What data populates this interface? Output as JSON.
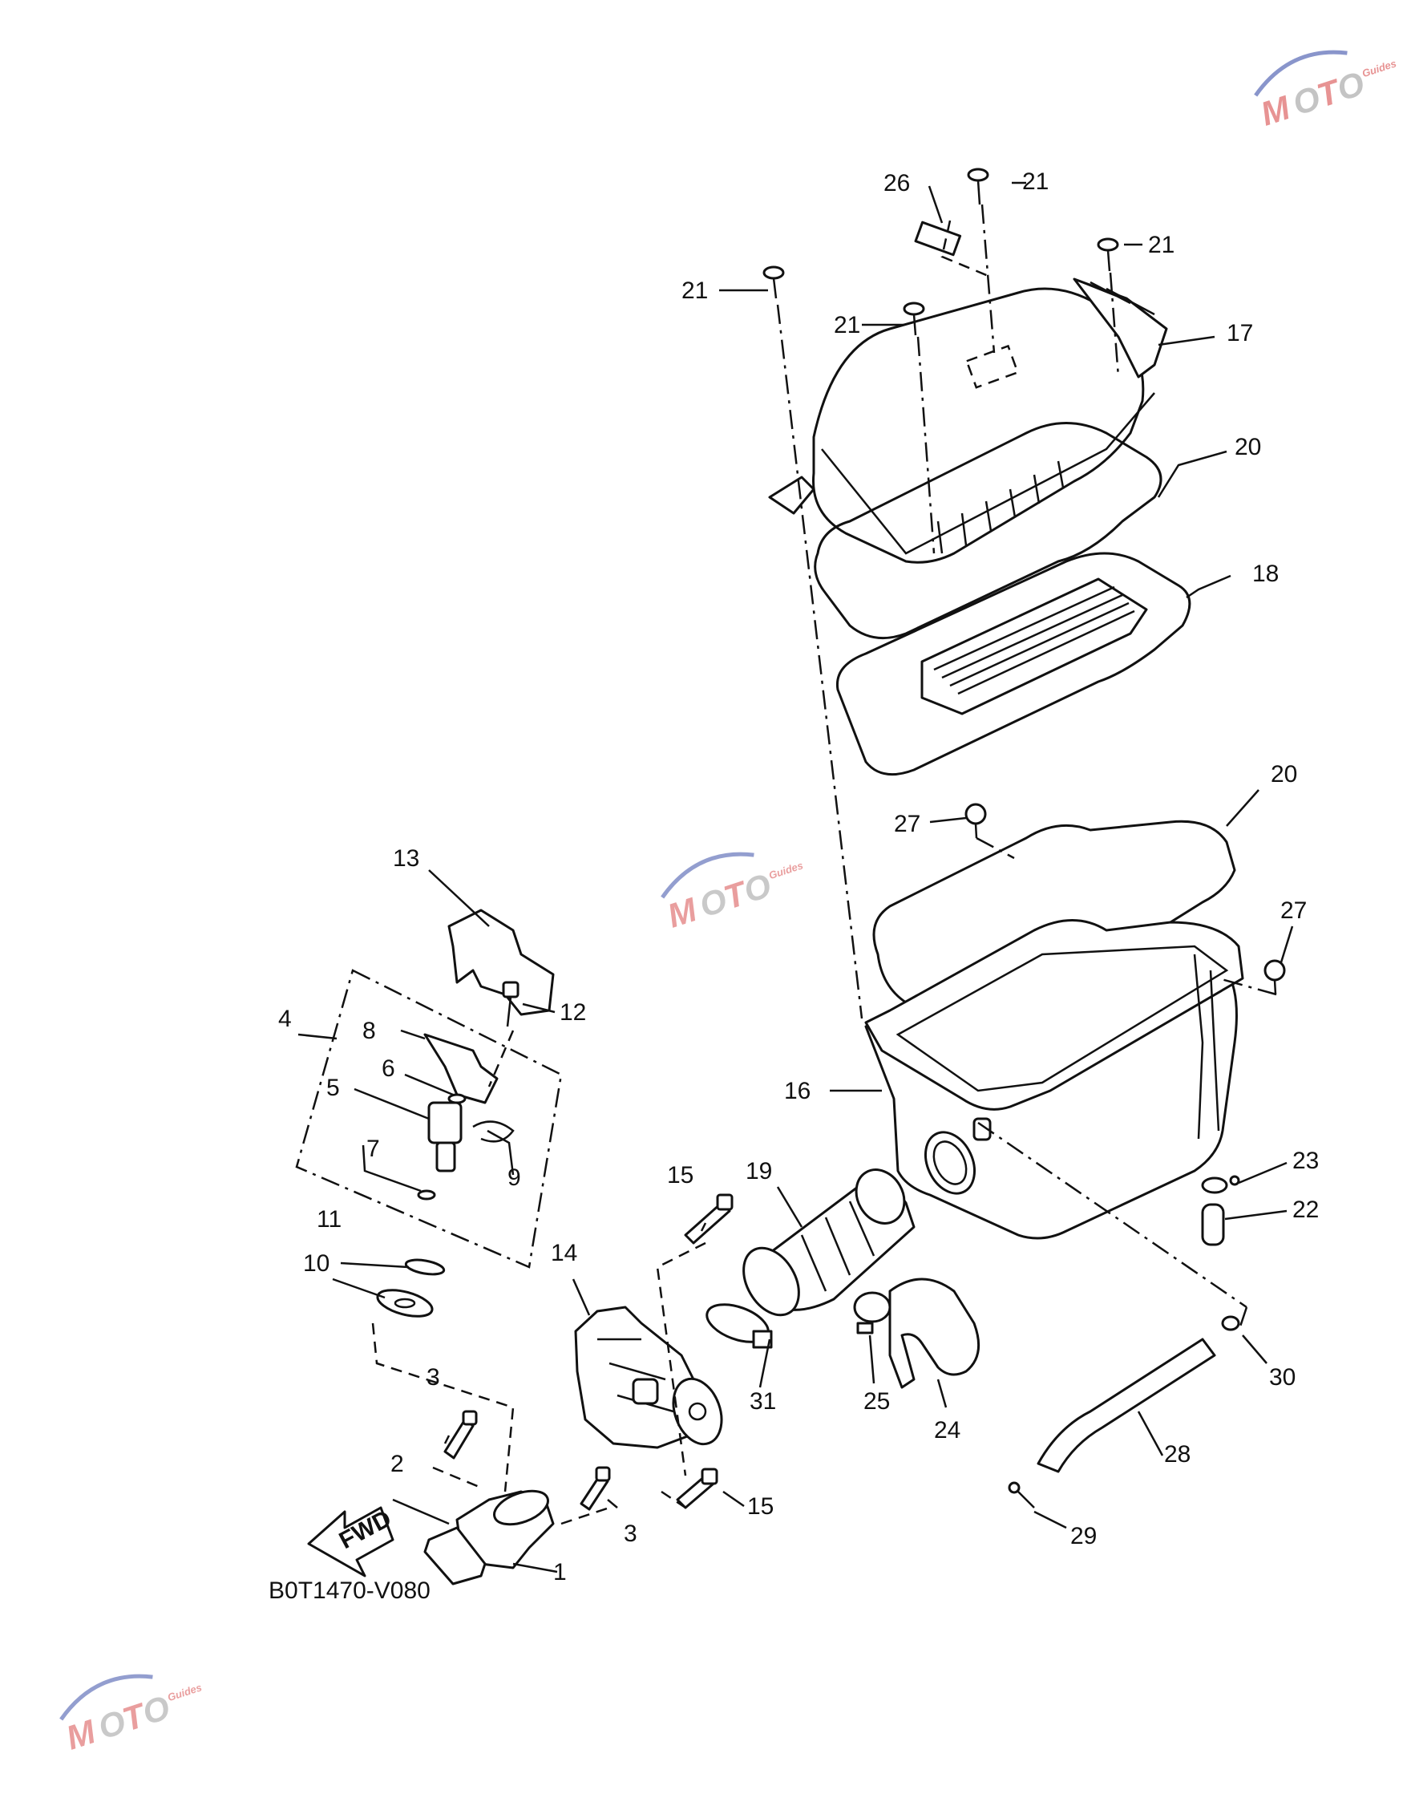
{
  "diagram": {
    "code": "B0T1470-V080",
    "fwd_label": "FWD",
    "callouts": [
      {
        "id": "c1",
        "text": "1"
      },
      {
        "id": "c2",
        "text": "2"
      },
      {
        "id": "c3a",
        "text": "3"
      },
      {
        "id": "c3b",
        "text": "3"
      },
      {
        "id": "c4",
        "text": "4"
      },
      {
        "id": "c5",
        "text": "5"
      },
      {
        "id": "c6",
        "text": "6"
      },
      {
        "id": "c7",
        "text": "7"
      },
      {
        "id": "c8",
        "text": "8"
      },
      {
        "id": "c9",
        "text": "9"
      },
      {
        "id": "c10",
        "text": "10"
      },
      {
        "id": "c11",
        "text": "11"
      },
      {
        "id": "c12",
        "text": "12"
      },
      {
        "id": "c13",
        "text": "13"
      },
      {
        "id": "c14",
        "text": "14"
      },
      {
        "id": "c15a",
        "text": "15"
      },
      {
        "id": "c15b",
        "text": "15"
      },
      {
        "id": "c16",
        "text": "16"
      },
      {
        "id": "c17",
        "text": "17"
      },
      {
        "id": "c18",
        "text": "18"
      },
      {
        "id": "c19",
        "text": "19"
      },
      {
        "id": "c20a",
        "text": "20"
      },
      {
        "id": "c20b",
        "text": "20"
      },
      {
        "id": "c21a",
        "text": "21"
      },
      {
        "id": "c21b",
        "text": "21"
      },
      {
        "id": "c21c",
        "text": "21"
      },
      {
        "id": "c21d",
        "text": "21"
      },
      {
        "id": "c22",
        "text": "22"
      },
      {
        "id": "c23",
        "text": "23"
      },
      {
        "id": "c24",
        "text": "24"
      },
      {
        "id": "c25",
        "text": "25"
      },
      {
        "id": "c26",
        "text": "26"
      },
      {
        "id": "c27a",
        "text": "27"
      },
      {
        "id": "c27b",
        "text": "27"
      },
      {
        "id": "c28",
        "text": "28"
      },
      {
        "id": "c29",
        "text": "29"
      },
      {
        "id": "c30",
        "text": "30"
      },
      {
        "id": "c31",
        "text": "31"
      }
    ]
  },
  "watermark": {
    "brand": "MOTO",
    "tagline": "Guides",
    "colors": {
      "swoosh": "#3a4fa8",
      "red": "#d02a2a",
      "gray": "#8a8a8a"
    }
  }
}
